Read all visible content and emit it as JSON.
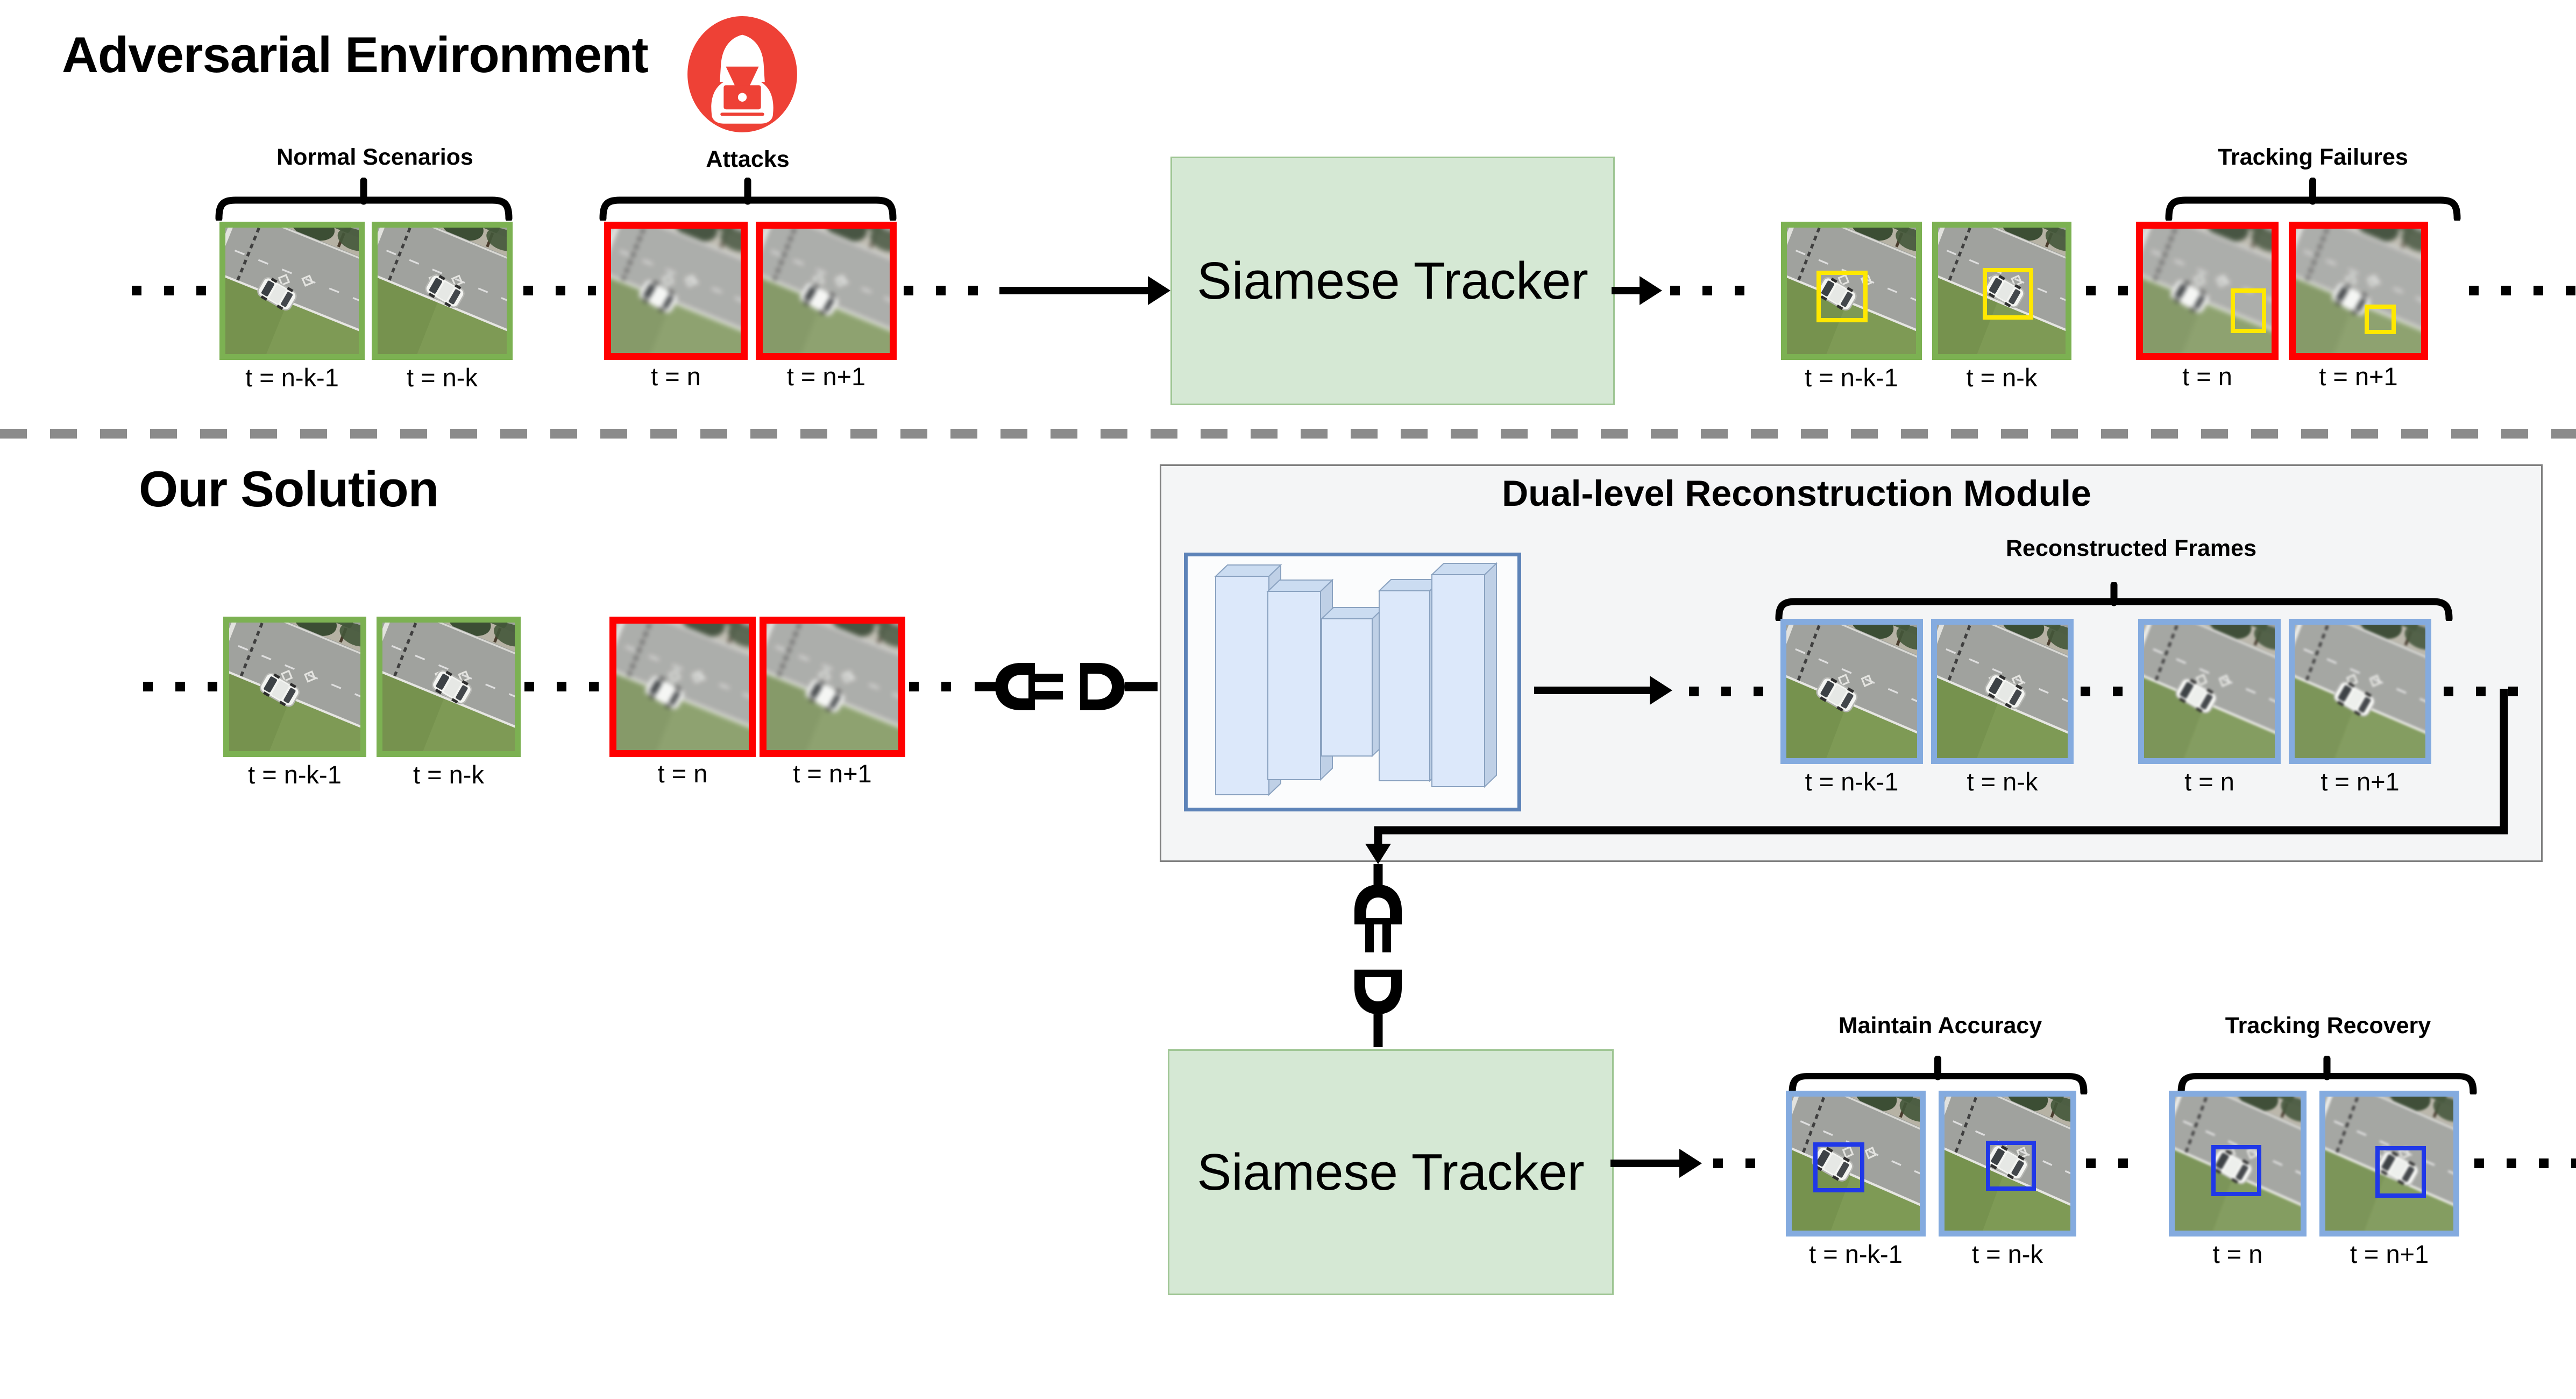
{
  "adversarial": {
    "title": "Adversarial Environment",
    "normal_label": "Normal Scenarios",
    "attacks_label": "Attacks",
    "failures_label": "Tracking Failures",
    "tracker_label": "Siamese Tracker"
  },
  "solution": {
    "title": "Our Solution",
    "module_title": "Dual-level Reconstruction Module",
    "reconstructed_label": "Reconstructed Frames",
    "maintain_label": "Maintain Accuracy",
    "recovery_label": "Tracking Recovery",
    "tracker_label": "Siamese Tracker"
  },
  "timestamps": {
    "t_nk1": "t = n-k-1",
    "t_nk": "t = n-k",
    "t_n": "t = n",
    "t_n1": "t = n+1"
  },
  "colors": {
    "normal_frame_border": "#7cb152",
    "attacked_frame_border": "#ff0000",
    "reconstructed_frame_border": "#84abdf",
    "tracker_box_fill": "#d5e8d4",
    "module_box_fill": "#f4f5f6",
    "yellow_tracking_box": "#ffe800",
    "blue_tracking_box": "#2038e8",
    "hacker_icon_background": "#ee4136"
  },
  "icons": {
    "hacker": "hacker-icon",
    "plug_between_frames_and_module": "disconnected-plug-icon",
    "plug_between_module_and_tracker": "disconnected-plug-icon"
  }
}
